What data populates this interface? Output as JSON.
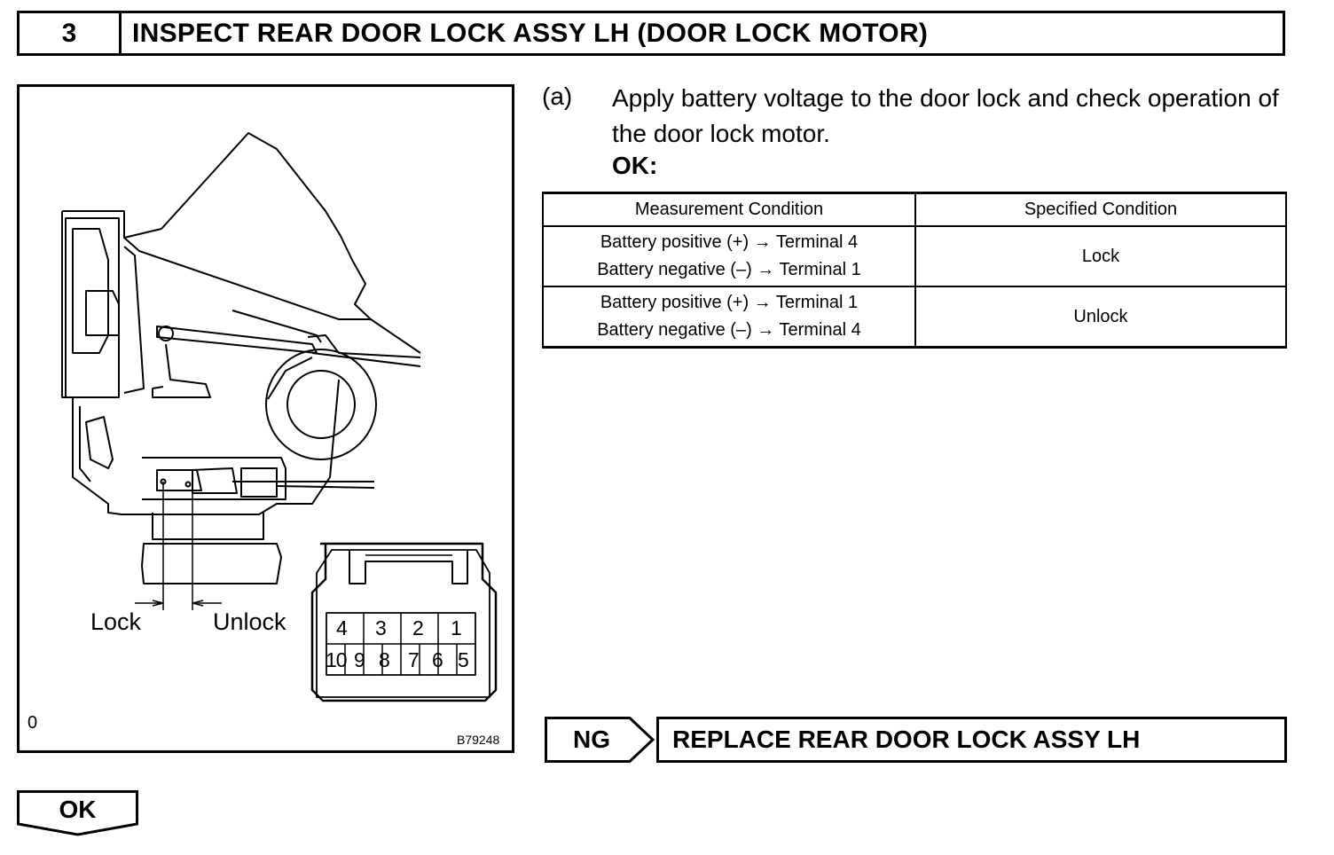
{
  "header": {
    "step_number": "3",
    "title": "INSPECT REAR DOOR LOCK ASSY LH (DOOR LOCK MOTOR)"
  },
  "figure": {
    "label_lock": "Lock",
    "label_unlock": "Unlock",
    "corner_mark": "0",
    "figure_code": "B79248",
    "connector_terminals_top": [
      "4",
      "3",
      "2",
      "1"
    ],
    "connector_terminals_bottom": [
      "10",
      "9",
      "8",
      "7",
      "6",
      "5"
    ]
  },
  "step": {
    "letter": "(a)",
    "text": "Apply battery voltage to the door lock and check operation of the door lock motor.",
    "ok_label": "OK:"
  },
  "table": {
    "headers": [
      "Measurement Condition",
      "Specified Condition"
    ],
    "rows": [
      {
        "line1": "Battery positive (+) → Terminal 4",
        "line2": "Battery negative (–) → Terminal 1",
        "result": "Lock"
      },
      {
        "line1": "Battery positive (+) → Terminal 1",
        "line2": "Battery negative (–) → Terminal 4",
        "result": "Unlock"
      }
    ]
  },
  "ng": {
    "label": "NG",
    "action": "REPLACE REAR DOOR LOCK ASSY LH"
  },
  "ok": {
    "label": "OK"
  }
}
